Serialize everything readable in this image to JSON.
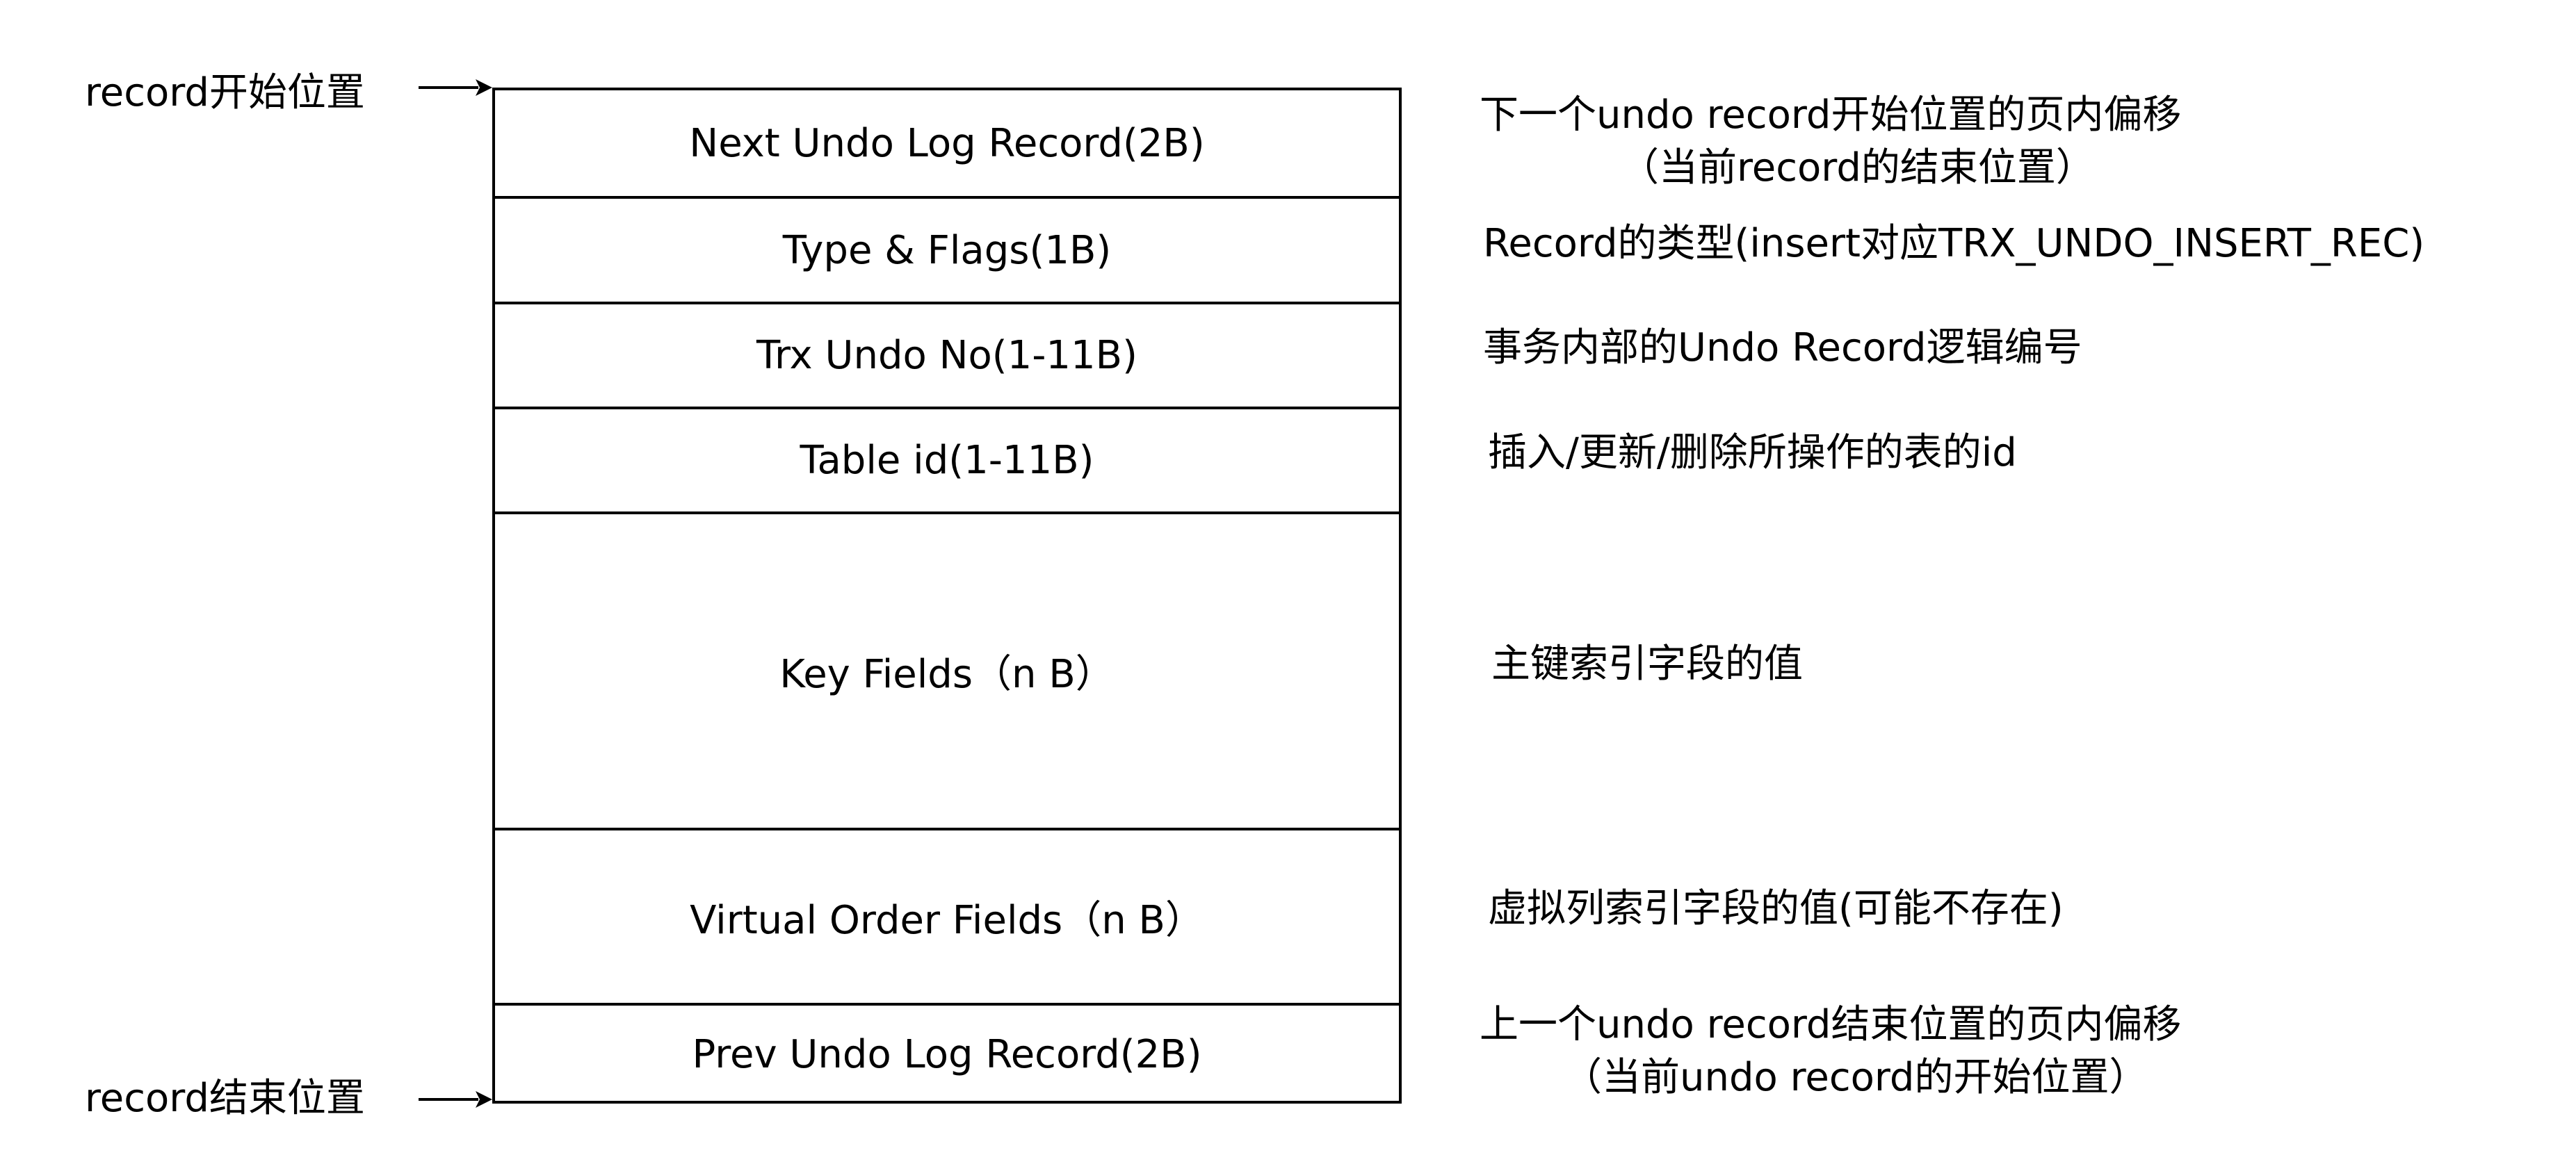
{
  "fields": [
    {
      "label": "Next Undo Log Record(2B)",
      "description": "下一个undo record开始位置的页内偏移",
      "description_line2": "（当前record的结束位置）"
    },
    {
      "label": "Type & Flags(1B)",
      "description": "Record的类型(insert对应TRX_UNDO_INSERT_REC)"
    },
    {
      "label": "Trx Undo No(1-11B)",
      "description": "事务内部的Undo Record逻辑编号"
    },
    {
      "label": "Table id(1-11B)",
      "description": "插入/更新/删除所操作的表的id"
    },
    {
      "label": "Key Fields（n B）",
      "description": "主键索引字段的值"
    },
    {
      "label": "Virtual Order Fields（n B）",
      "description": "虚拟列索引字段的值(可能不存在)"
    },
    {
      "label": "Prev Undo Log Record(2B)",
      "description": "上一个undo record结束位置的页内偏移",
      "description_line2": "（当前undo record的开始位置）"
    }
  ],
  "markers": {
    "start": "record开始位置",
    "end": "record结束位置"
  }
}
